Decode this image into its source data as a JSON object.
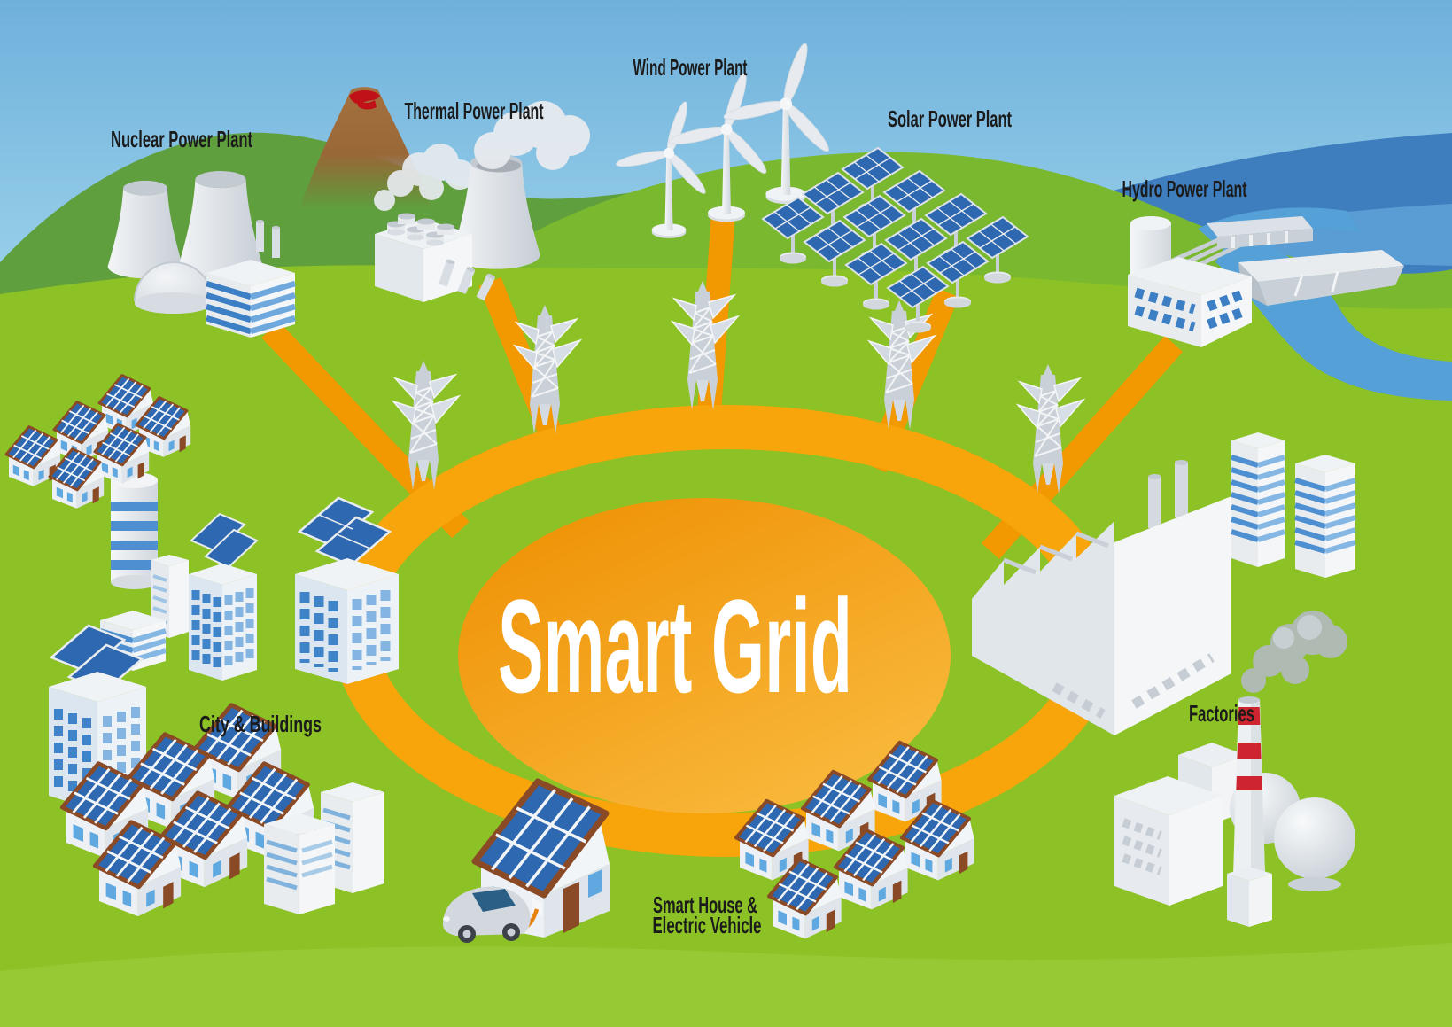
{
  "title": "Smart Grid",
  "labels": {
    "nuclear": "Nuclear Power Plant",
    "thermal": "Thermal Power Plant",
    "wind": "Wind Power Plant",
    "solar": "Solar Power Plant",
    "hydro": "Hydro Power Plant",
    "city": "City &  Buildings",
    "factories": "Factories",
    "smart_house_line1": "Smart House &",
    "smart_house_line2": "Electric Vehicle"
  },
  "nodes": [
    {
      "id": "nuclear-power-plant",
      "role": "generation"
    },
    {
      "id": "thermal-power-plant",
      "role": "generation"
    },
    {
      "id": "wind-power-plant",
      "role": "generation"
    },
    {
      "id": "solar-power-plant",
      "role": "generation"
    },
    {
      "id": "hydro-power-plant",
      "role": "generation"
    },
    {
      "id": "city-and-buildings",
      "role": "consumption"
    },
    {
      "id": "smart-house-and-electric-vehicle",
      "role": "consumption"
    },
    {
      "id": "factories",
      "role": "consumption"
    }
  ],
  "icons": [
    "cooling-tower-icon",
    "reactor-dome-icon",
    "wind-turbine-icon",
    "solar-panel-icon",
    "transmission-tower-icon",
    "dam-icon",
    "factory-icon",
    "house-icon",
    "ev-car-icon",
    "volcano-icon",
    "office-building-icon",
    "smoke-icon"
  ],
  "colors": {
    "sky_top": "#6FB0DB",
    "sky_bottom": "#A9DBEE",
    "hill_back": "#5F9F3E",
    "hill_bright": "#7AB82F",
    "ground": "#8CC226",
    "ground_light": "#96C933",
    "sea": "#3E7EBE",
    "river": "#55A0D6",
    "ring_orange": "#F7A50A",
    "spoke_orange": "#F29800",
    "center_gradient_start": "#EE8E00",
    "center_gradient_end": "#F9B93C",
    "panel_blue": "#2E68B0",
    "window_blue": "#4D8FD1",
    "roof_brown": "#8B4A26",
    "chimney_red": "#CE2430",
    "structure_white": "#EDF0F4",
    "structure_gray": "#C9D0D8",
    "label_text": "#1B1B1B",
    "title_text": "#FFFFFF"
  }
}
